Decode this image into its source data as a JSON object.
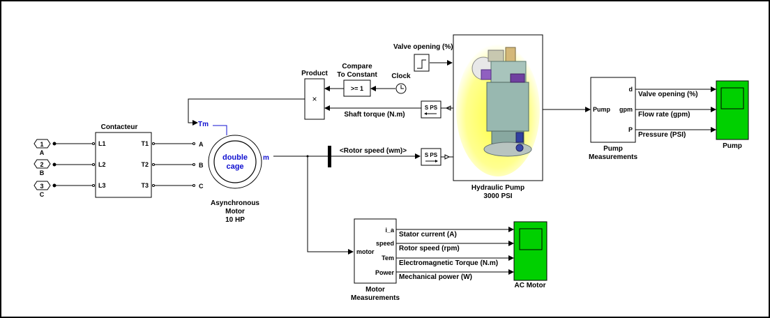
{
  "inports": [
    {
      "number": "1",
      "label": "A"
    },
    {
      "number": "2",
      "label": "B"
    },
    {
      "number": "3",
      "label": "C"
    }
  ],
  "contactor": {
    "title": "Contacteur",
    "in_ports": [
      "L1",
      "L2",
      "L3"
    ],
    "out_ports": [
      "T1",
      "T2",
      "T3"
    ]
  },
  "motor": {
    "input_port": "Tm",
    "output_port": "m",
    "phase_ports": [
      "A",
      "B",
      "C"
    ],
    "inner_line1": "double",
    "inner_line2": "cage",
    "caption": [
      "Asynchronous",
      "Motor",
      "10 HP"
    ]
  },
  "product": {
    "title": "Product",
    "symbol": "×"
  },
  "compare": {
    "title": [
      "Compare",
      "To Constant"
    ],
    "text": ">= 1"
  },
  "clock": {
    "title": "Clock"
  },
  "valve_source": {
    "label": "Valve opening (%)"
  },
  "sps": {
    "text": "S PS"
  },
  "signals": {
    "shaft_torque": "Shaft torque (N.m)",
    "rotor_speed": "<Rotor speed (wm)>"
  },
  "pump": {
    "caption": [
      "Hydraulic Pump",
      "3000 PSI"
    ]
  },
  "pump_measurements": {
    "input": "Pump",
    "outputs": [
      "d",
      "gpm",
      "P"
    ],
    "caption": [
      "Pump",
      "Measurements"
    ],
    "signals": [
      "Valve opening (%)",
      "Flow rate (gpm)",
      "Pressure (PSI)"
    ]
  },
  "pump_scope": {
    "caption": "Pump"
  },
  "motor_measurements": {
    "input": "motor",
    "outputs": [
      "i_a",
      "speed",
      "Tem",
      "Power"
    ],
    "caption": [
      "Motor",
      "Measurements"
    ],
    "signals": [
      "Stator current (A)",
      "Rotor speed (rpm)",
      "Electromagnetic Torque (N.m)",
      "Mechanical power (W)"
    ]
  },
  "motor_scope": {
    "caption": "AC Motor"
  },
  "colors": {
    "scope_green": "#00d000",
    "motor_text": "#1010d0",
    "pump_glow": "#ffff40"
  }
}
